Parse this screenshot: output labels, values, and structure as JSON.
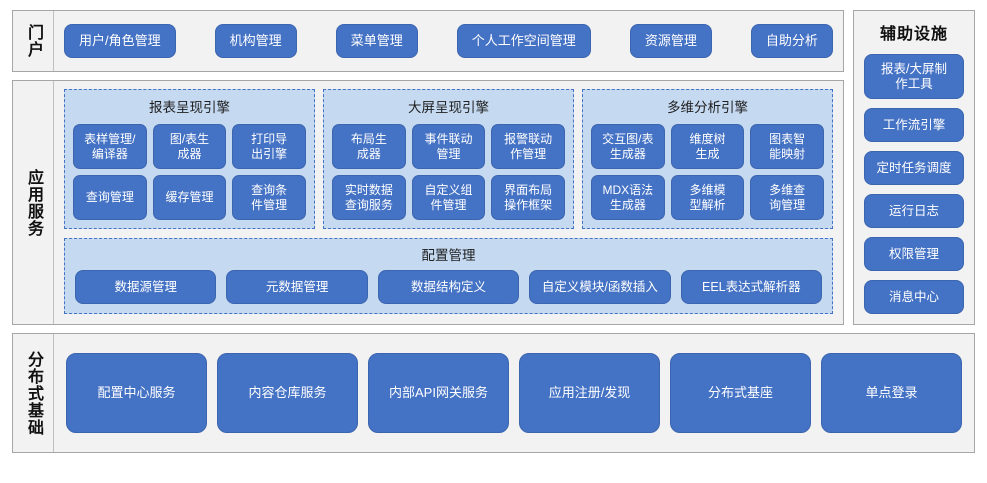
{
  "colors": {
    "chip_blue": "#4472C4",
    "chip_border": "#3B65AE",
    "panel_bg": "#F2F2F2",
    "panel_border": "#A6A6A6",
    "engine_bg": "#C5D9F1",
    "engine_border": "#4472C4",
    "text_light": "#FFFFFF",
    "text_dark": "#111111"
  },
  "portal": {
    "title": "门户",
    "items": [
      {
        "label": "用户/角色管理"
      },
      {
        "label": "机构管理"
      },
      {
        "label": "菜单管理"
      },
      {
        "label": "个人工作空间管理"
      },
      {
        "label": "资源管理"
      },
      {
        "label": "自助分析"
      }
    ]
  },
  "app_service": {
    "title": "应用服务",
    "engines": [
      {
        "title": "报表呈现引擎",
        "items": [
          {
            "label": "表样管理/\n编译器"
          },
          {
            "label": "图/表生\n成器"
          },
          {
            "label": "打印导\n出引擎"
          },
          {
            "label": "查询管理"
          },
          {
            "label": "缓存管理"
          },
          {
            "label": "查询条\n件管理"
          }
        ]
      },
      {
        "title": "大屏呈现引擎",
        "items": [
          {
            "label": "布局生\n成器"
          },
          {
            "label": "事件联动\n管理"
          },
          {
            "label": "报警联动\n作管理"
          },
          {
            "label": "实时数据\n查询服务"
          },
          {
            "label": "自定义组\n件管理"
          },
          {
            "label": "界面布局\n操作框架"
          }
        ]
      },
      {
        "title": "多维分析引擎",
        "items": [
          {
            "label": "交互图/表\n生成器"
          },
          {
            "label": "维度树\n生成"
          },
          {
            "label": "图表智\n能映射"
          },
          {
            "label": "MDX语法\n生成器"
          },
          {
            "label": "多维模\n型解析"
          },
          {
            "label": "多维查\n询管理"
          }
        ]
      }
    ],
    "config": {
      "title": "配置管理",
      "items": [
        {
          "label": "数据源管理"
        },
        {
          "label": "元数据管理"
        },
        {
          "label": "数据结构定义"
        },
        {
          "label": "自定义模块/函数插入"
        },
        {
          "label": "EEL表达式解析器"
        }
      ]
    }
  },
  "aux": {
    "title": "辅助设施",
    "items": [
      {
        "label": "报表/大屏制\n作工具",
        "two_line": true
      },
      {
        "label": "工作流引擎",
        "two_line": false
      },
      {
        "label": "定时任务调度",
        "two_line": false
      },
      {
        "label": "运行日志",
        "two_line": false
      },
      {
        "label": "权限管理",
        "two_line": false
      },
      {
        "label": "消息中心",
        "two_line": false
      }
    ]
  },
  "dist_base": {
    "title": "分布式基础",
    "items": [
      {
        "label": "配置中心服务"
      },
      {
        "label": "内容仓库服务"
      },
      {
        "label": "内部API网关服务"
      },
      {
        "label": "应用注册/发现"
      },
      {
        "label": "分布式基座"
      },
      {
        "label": "单点登录"
      }
    ]
  }
}
